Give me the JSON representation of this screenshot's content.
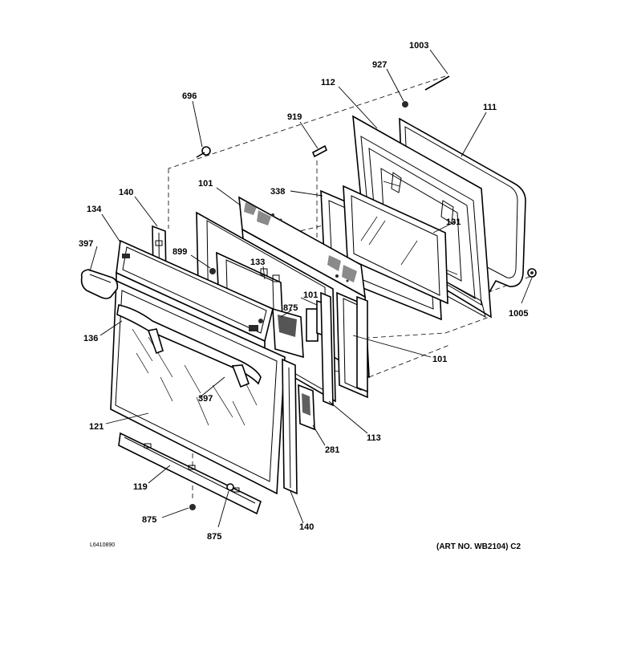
{
  "labels": {
    "l1003": "1003",
    "l927": "927",
    "l112": "112",
    "l111": "111",
    "l919": "919",
    "l696": "696",
    "l338": "338",
    "l101a": "101",
    "l140a": "140",
    "l134": "134",
    "l131": "131",
    "l397a": "397",
    "l899": "899",
    "l133": "133",
    "l101b": "101",
    "l875a": "875",
    "l1005": "1005",
    "l136": "136",
    "l101c": "101",
    "l397b": "397",
    "l121": "121",
    "l281": "281",
    "l113": "113",
    "l119": "119",
    "l875b": "875",
    "l875c": "875",
    "l140b": "140"
  },
  "footer": {
    "drawing_id": "L6410890",
    "art_number": "(ART NO. WB2104) C2"
  }
}
